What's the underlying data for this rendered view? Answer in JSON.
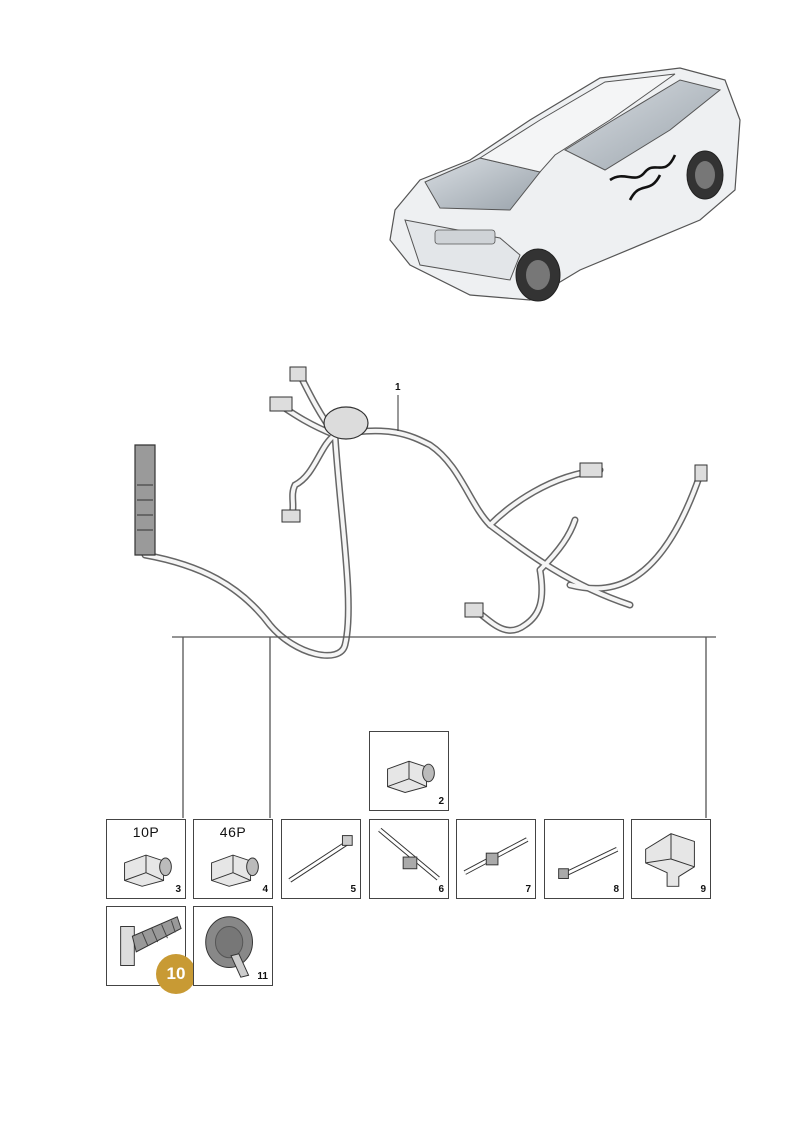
{
  "diagram": {
    "main_part_number": "1",
    "colors": {
      "badge": "#C89A34",
      "line": "#444444"
    },
    "parts": [
      {
        "number": "2",
        "label": ""
      },
      {
        "number": "3",
        "label": "10P"
      },
      {
        "number": "4",
        "label": "46P"
      },
      {
        "number": "5",
        "label": ""
      },
      {
        "number": "6",
        "label": ""
      },
      {
        "number": "7",
        "label": ""
      },
      {
        "number": "8",
        "label": ""
      },
      {
        "number": "9",
        "label": ""
      },
      {
        "number": "10",
        "label": ""
      },
      {
        "number": "11",
        "label": ""
      }
    ],
    "highlighted_part": "10"
  }
}
